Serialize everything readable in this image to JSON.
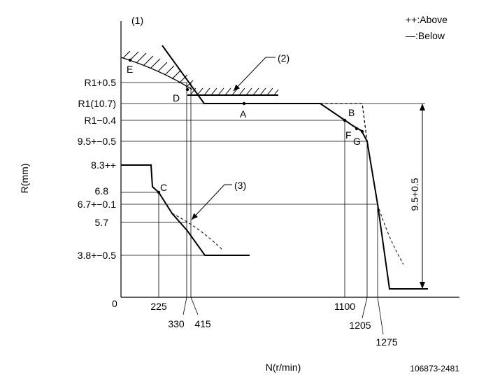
{
  "diagram": {
    "top_left_marker": "(1)",
    "legend": {
      "above": "++:Above",
      "below": "—:Below"
    },
    "axis": {
      "y_title": "R(mm)",
      "x_title": "N(r/min)",
      "origin": "0"
    },
    "y_labels": {
      "r1_plus": "R1+0.5",
      "r1": "R1(10.7)",
      "r1_minus": "R1−0.4",
      "v95": "9.5+−0.5",
      "v83": "8.3++",
      "v68": "6.8",
      "v67": "6.7+−0.1",
      "v57": "5.7",
      "v38": "3.8+−0.5"
    },
    "x_labels": {
      "n225": "225",
      "n330": "330",
      "n415": "415",
      "n1100": "1100",
      "n1205": "1205",
      "n1275": "1275"
    },
    "points": {
      "A": "A",
      "B": "B",
      "C": "C",
      "D": "D",
      "E": "E",
      "F": "F",
      "G": "G"
    },
    "callouts": {
      "c2": "(2)",
      "c3": "(3)"
    },
    "dimension_label": "9.5+0.5",
    "drawing_number": "106873-2481"
  }
}
